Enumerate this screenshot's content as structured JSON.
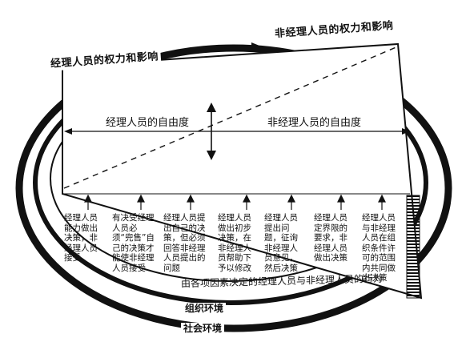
{
  "power": {
    "manager": "经理人员的权力和影响",
    "non_manager": "非经理人员的权力和影响"
  },
  "freedom": {
    "manager": "经理人员的自由度",
    "non_manager": "非经理人员的自由度"
  },
  "behaviors": [
    "经理人员能力做出决策，非经理人员接受",
    "有决受经理人员必须“兜售”自己的决策才能使非经理人员接受",
    "经理人员提出自己的决策，但必须回答非经理人员提出的问题",
    "经理人员做出初步决策，在非经理人员帮助下予以修改",
    "经理人员提出问题，征询非经理人员意见，然后决策",
    "经理人员定界限的要求，非经理人员做出决策",
    "经理人员与非经理人员在组织条件许可的范围内共同做出决策"
  ],
  "behavior_caption": "由各项因素决定的经理人员与非经理人员的行为",
  "environments": {
    "organization": "组织环境",
    "society": "社会环境"
  }
}
